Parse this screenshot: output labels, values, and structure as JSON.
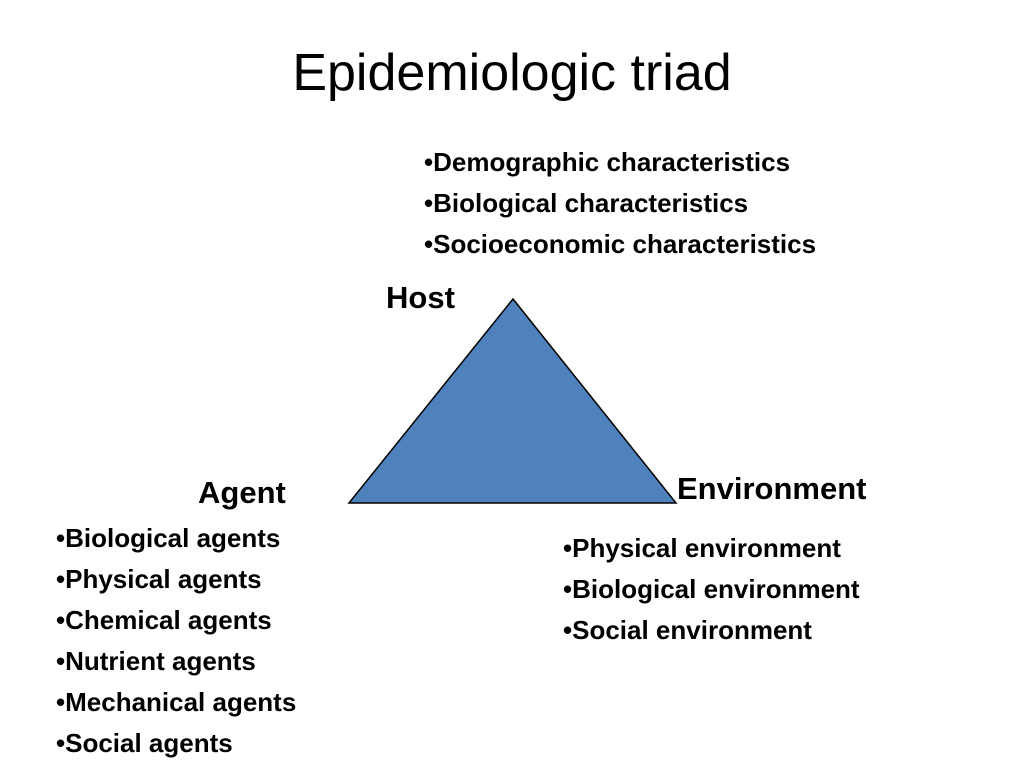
{
  "title": "Epidemiologic triad",
  "colors": {
    "triangle_fill": "#4f81bd",
    "triangle_stroke": "#000000"
  },
  "bullet_char": "•",
  "host": {
    "label": "Host",
    "items": [
      "Demographic characteristics",
      "Biological characteristics",
      "Socioeconomic characteristics"
    ]
  },
  "agent": {
    "label": "Agent",
    "items": [
      "Biological agents",
      "Physical agents",
      "Chemical agents",
      "Nutrient agents",
      "Mechanical agents",
      "Social agents"
    ]
  },
  "environment": {
    "label": "Environment",
    "items": [
      "Physical environment",
      "Biological environment",
      "Social environment"
    ]
  }
}
